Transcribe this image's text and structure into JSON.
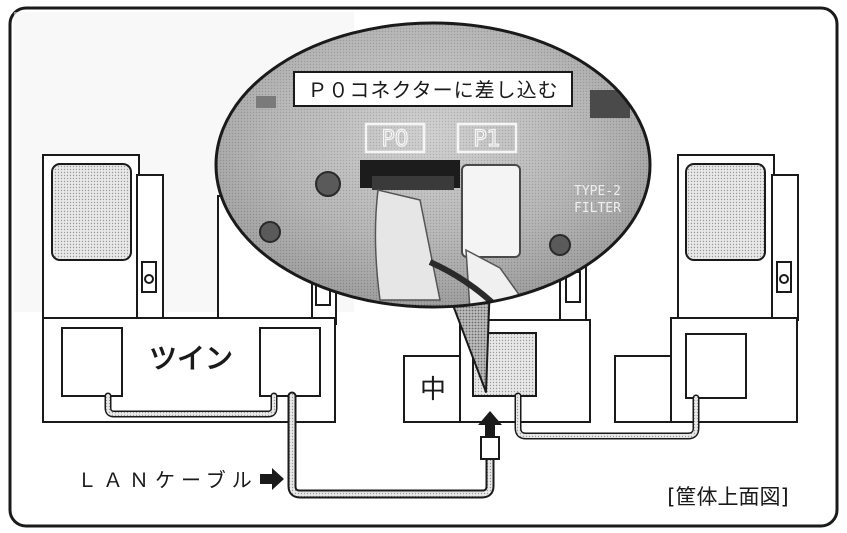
{
  "callout": {
    "text": "Ｐ０コネクターに差し込む"
  },
  "board": {
    "label_p0": "P0",
    "label_p1": "P1",
    "type_text": "TYPE-2",
    "filter_text": "FILTER"
  },
  "units": {
    "twin_label": "ツイン",
    "middle_label": "中"
  },
  "cable": {
    "label": "ＬＡＮケーブル"
  },
  "caption": {
    "text": "[筐体上面図]"
  },
  "colors": {
    "ink": "#1a1a1a",
    "screen": "#d8d8d8",
    "photo_dark": "#6e6e6e",
    "photo_light": "#d6d6d6",
    "frame_bg": "#ffffff"
  }
}
